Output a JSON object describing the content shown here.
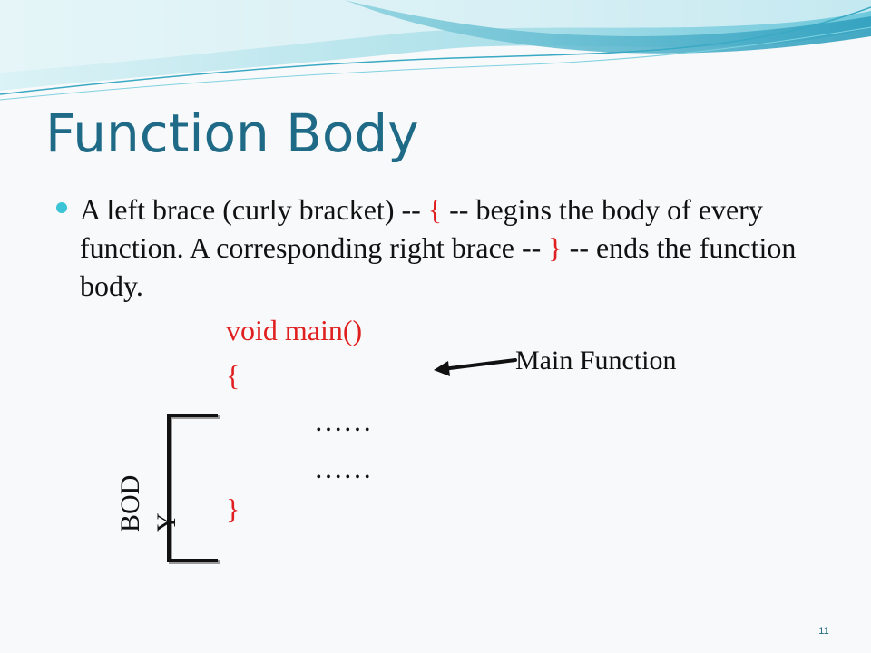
{
  "slide": {
    "title": "Function Body",
    "bullet": {
      "part1": "A left brace (curly bracket) -- ",
      "left_brace": "{",
      "part2": " -- begins the body of every function.  A corresponding right brace -- ",
      "right_brace": "}",
      "part3": " -- ends the function body."
    },
    "code": {
      "signature": "void main()",
      "open_brace": "{",
      "line1": "……",
      "line2": "……",
      "close_brace": "}"
    },
    "annotation": {
      "main_function_label": "Main Function",
      "body_label_line1": "BOD",
      "body_label_line2": "Y"
    },
    "page_number": "11"
  },
  "colors": {
    "title": "#1f6b87",
    "accent_red": "#e02020",
    "bullet": "#3cc3d6",
    "wave_light": "#bfe8ef",
    "wave_mid": "#7fd2e0",
    "wave_dark": "#3aa9c4"
  }
}
